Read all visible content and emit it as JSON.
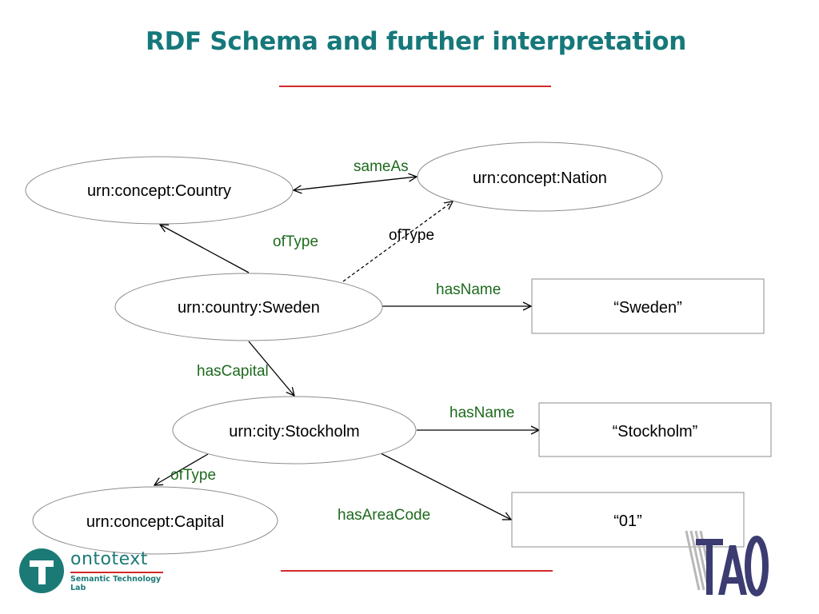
{
  "title": "RDF Schema and further interpretation",
  "nodes": {
    "country": "urn:concept:Country",
    "nation": "urn:concept:Nation",
    "sweden": "urn:country:Sweden",
    "stockholm": "urn:city:Stockholm",
    "capital": "urn:concept:Capital"
  },
  "literals": {
    "sweden_name": "“Sweden”",
    "stockholm_name": "“Stockholm”",
    "area_code": "“01”"
  },
  "edges": {
    "same_as": "sameAs",
    "of_type_country": "ofType",
    "of_type_nation": "ofType",
    "has_name_sweden": "hasName",
    "has_capital": "hasCapital",
    "has_name_stockholm": "hasName",
    "of_type_capital": "ofType",
    "has_area_code": "hasAreaCode"
  },
  "logos": {
    "ontotext_name": "ontotext",
    "ontotext_sub": "Semantic Technology Lab",
    "tao": "TAO"
  },
  "colors": {
    "title": "#16787a",
    "edge_label": "#1d6a1d",
    "rule": "#d12a2a"
  }
}
